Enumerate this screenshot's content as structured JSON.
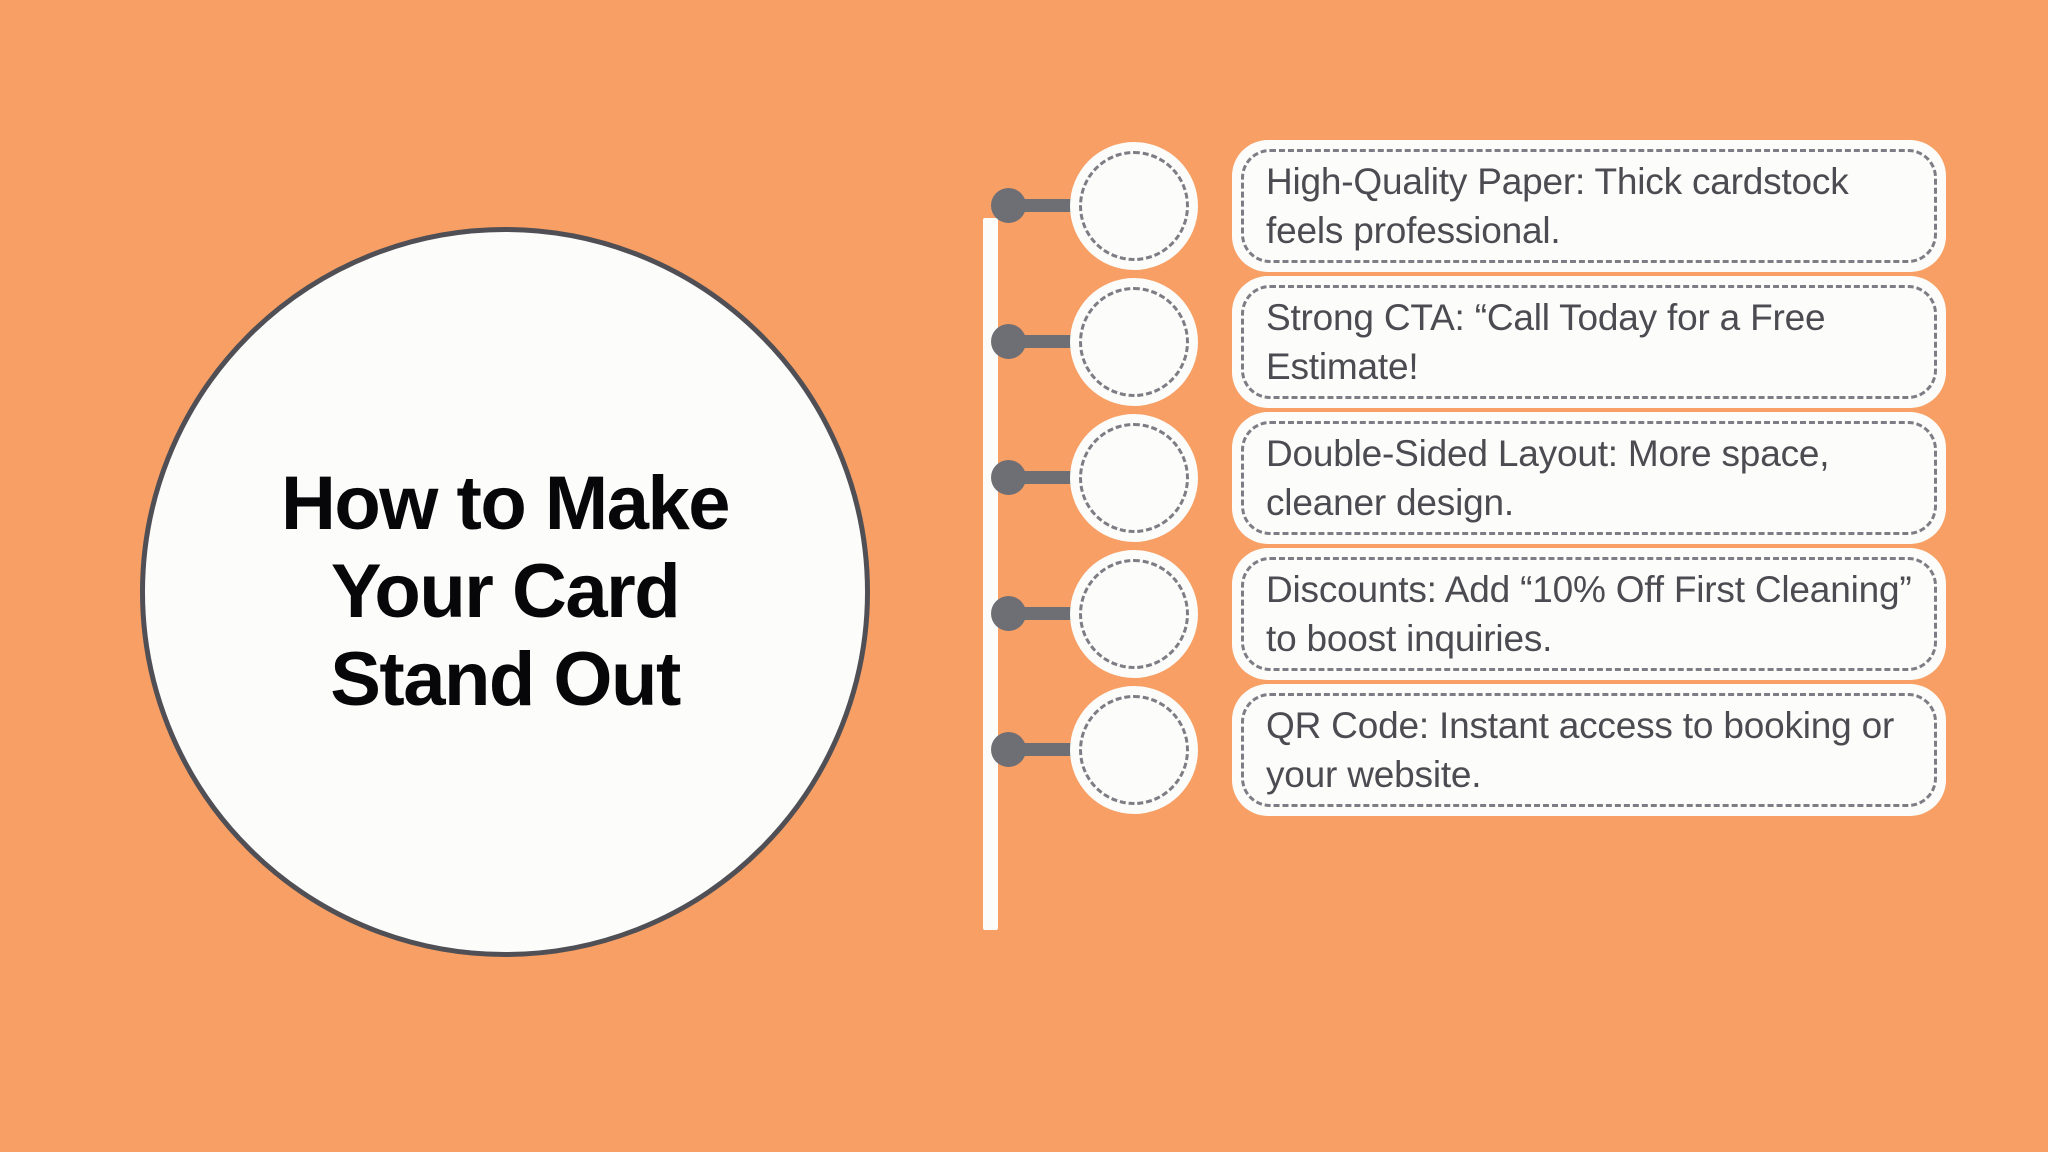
{
  "theme": {
    "background_color": "#F79F64",
    "card_color": "#FCFCFA",
    "outline_color": "#4F4F55",
    "dot_color": "#6E6E75",
    "dash_color": "#7D7D85",
    "body_text_color": "#4B4B51",
    "title_text_color": "#07070A"
  },
  "hero": {
    "title": "How to Make\nYour Card\nStand Out"
  },
  "timeline": {
    "items": [
      {
        "text": "High-Quality Paper: Thick cardstock feels professional."
      },
      {
        "text": "Strong CTA: “Call Today for a Free Estimate!"
      },
      {
        "text": "Double-Sided Layout: More space, cleaner design."
      },
      {
        "text": "Discounts: Add “10% Off First Cleaning” to boost inquiries."
      },
      {
        "text": "QR Code: Instant access to booking or your website."
      }
    ]
  }
}
